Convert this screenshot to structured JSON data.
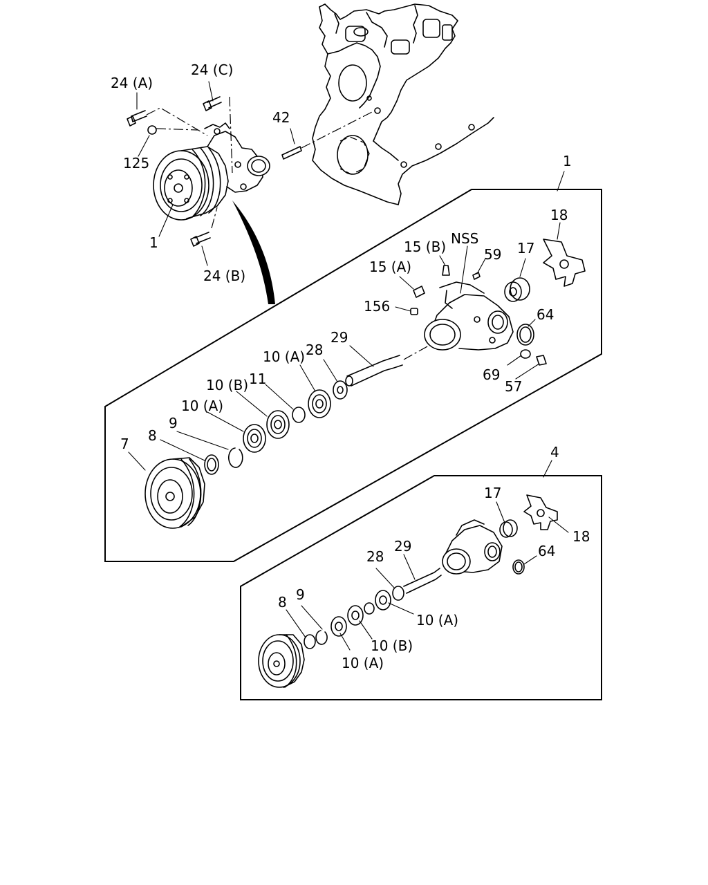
{
  "diagram": {
    "labels": {
      "l_24a": "24 (A)",
      "l_24c": "24 (C)",
      "l_42": "42",
      "l_125": "125",
      "l_1_pump": "1",
      "l_24b": "24 (B)",
      "l_1_kit": "1",
      "l_18_upper": "18",
      "l_nss": "NSS",
      "l_15b": "15 (B)",
      "l_17_upper": "17",
      "l_59": "59",
      "l_15a": "15 (A)",
      "l_156": "156",
      "l_64_upper": "64",
      "l_29_upper": "29",
      "l_10a_upper1": "10 (A)",
      "l_28_upper": "28",
      "l_69": "69",
      "l_57": "57",
      "l_10b_upper": "10 (B)",
      "l_11": "11",
      "l_10a_upper2": "10 (A)",
      "l_9_upper": "9",
      "l_8_upper": "8",
      "l_7": "7",
      "l_4_kit": "4",
      "l_17_lower": "17",
      "l_18_lower": "18",
      "l_29_lower": "29",
      "l_64_lower": "64",
      "l_28_lower": "28",
      "l_9_lower": "9",
      "l_8_lower": "8",
      "l_10a_lower1": "10 (A)",
      "l_10b_lower": "10 (B)",
      "l_10a_lower2": "10 (A)"
    }
  }
}
